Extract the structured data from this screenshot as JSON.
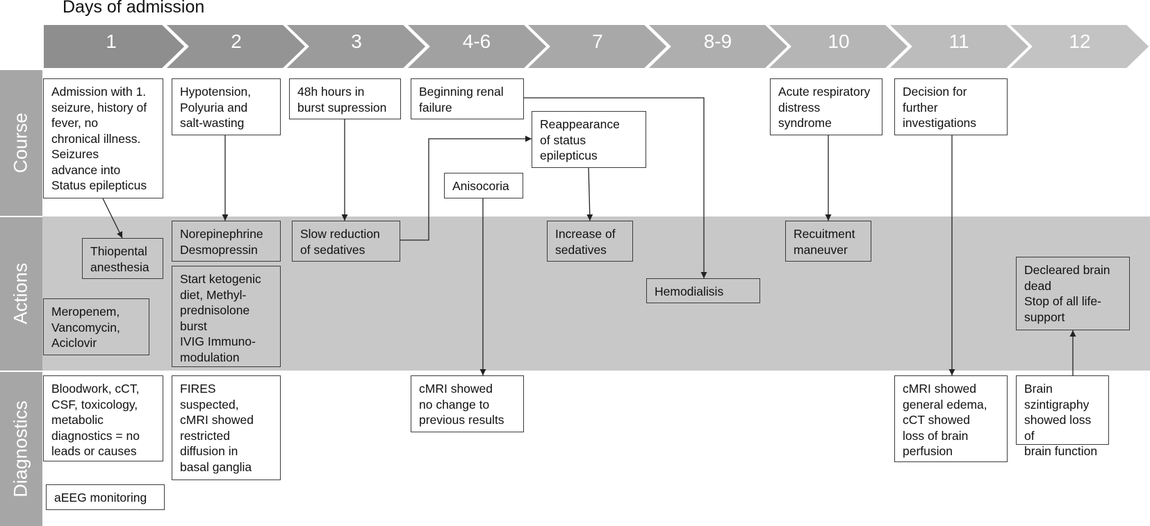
{
  "title": "Days of admission",
  "days": [
    "1",
    "2",
    "3",
    "4-6",
    "7",
    "8-9",
    "10",
    "11",
    "12"
  ],
  "chevron_colors": [
    "#8e8e8e",
    "#949494",
    "#9b9b9b",
    "#a1a1a1",
    "#a8a8a8",
    "#aeaeae",
    "#b5b5b5",
    "#bcbcbc",
    "#c3c3c3"
  ],
  "band_color": "#c8c8c8",
  "lanes": {
    "course": "Course",
    "actions": "Actions",
    "diagnostics": "Diagnostics"
  },
  "course": {
    "admission": "Admission with 1.\nseizure, history of\nfever, no\nchronical illness.\nSeizures\nadvance into\nStatus epilepticus",
    "hypotension": "Hypotension,\nPolyuria and\nsalt-wasting",
    "burst": "48h hours in\nburst supression",
    "renal": "Beginning renal\nfailure",
    "reappearance": "Reappearance\nof status\nepilepticus",
    "anisocoria": "Anisocoria",
    "ards": "Acute respiratory\ndistress\nsyndrome",
    "decision": "Decision for\nfurther\ninvestigations"
  },
  "actions": {
    "thiopental": "Thiopental\nanesthesia",
    "antibiotics": "Meropenem,\nVancomycin,\nAciclovir",
    "norepinephrine": "Norepinephrine\nDesmopressin",
    "ketogenic": "Start ketogenic\ndiet, Methyl-\nprednisolone\nburst\nIVIG Immuno-\nmodulation",
    "slow_reduction": "Slow reduction\nof sedatives",
    "increase": "Increase of\nsedatives",
    "hemodialysis": "Hemodialisis",
    "recruitment": "Recuitment\nmaneuver",
    "brain_dead": "Decleared brain\ndead\nStop of all life-\nsupport"
  },
  "diagnostics": {
    "bloodwork": "Bloodwork, cCT,\nCSF, toxicology,\nmetabolic\ndiagnostics = no\nleads or causes",
    "aeeg": "aEEG monitoring",
    "fires": "FIRES\nsuspected,\ncMRI showed\nrestricted\ndiffusion in\nbasal ganglia",
    "cmri_nochange": "cMRI showed\nno change to\nprevious results",
    "cmri_edema": "cMRI showed\ngeneral edema,\ncCT showed\nloss of brain\nperfusion",
    "szintigraphy": "Brain\nszintigraphy\nshowed loss of\nbrain function"
  }
}
